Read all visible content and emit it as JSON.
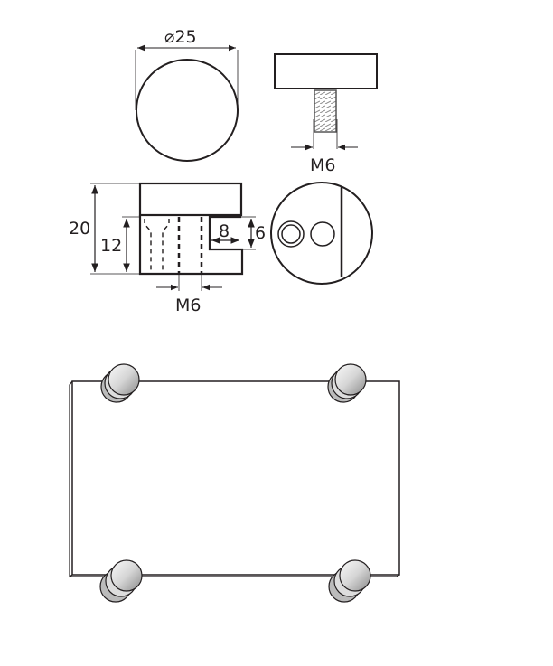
{
  "dimensions": {
    "diameter": "⌀25",
    "screw_thread": "M6",
    "height_total": "20",
    "height_body": "12",
    "slot_depth": "8",
    "slot_width": "6",
    "bore_thread": "M6"
  },
  "colors": {
    "line": "#231f20",
    "metal_light": "#f4f4f4",
    "metal_dark": "#9a9a9a"
  }
}
